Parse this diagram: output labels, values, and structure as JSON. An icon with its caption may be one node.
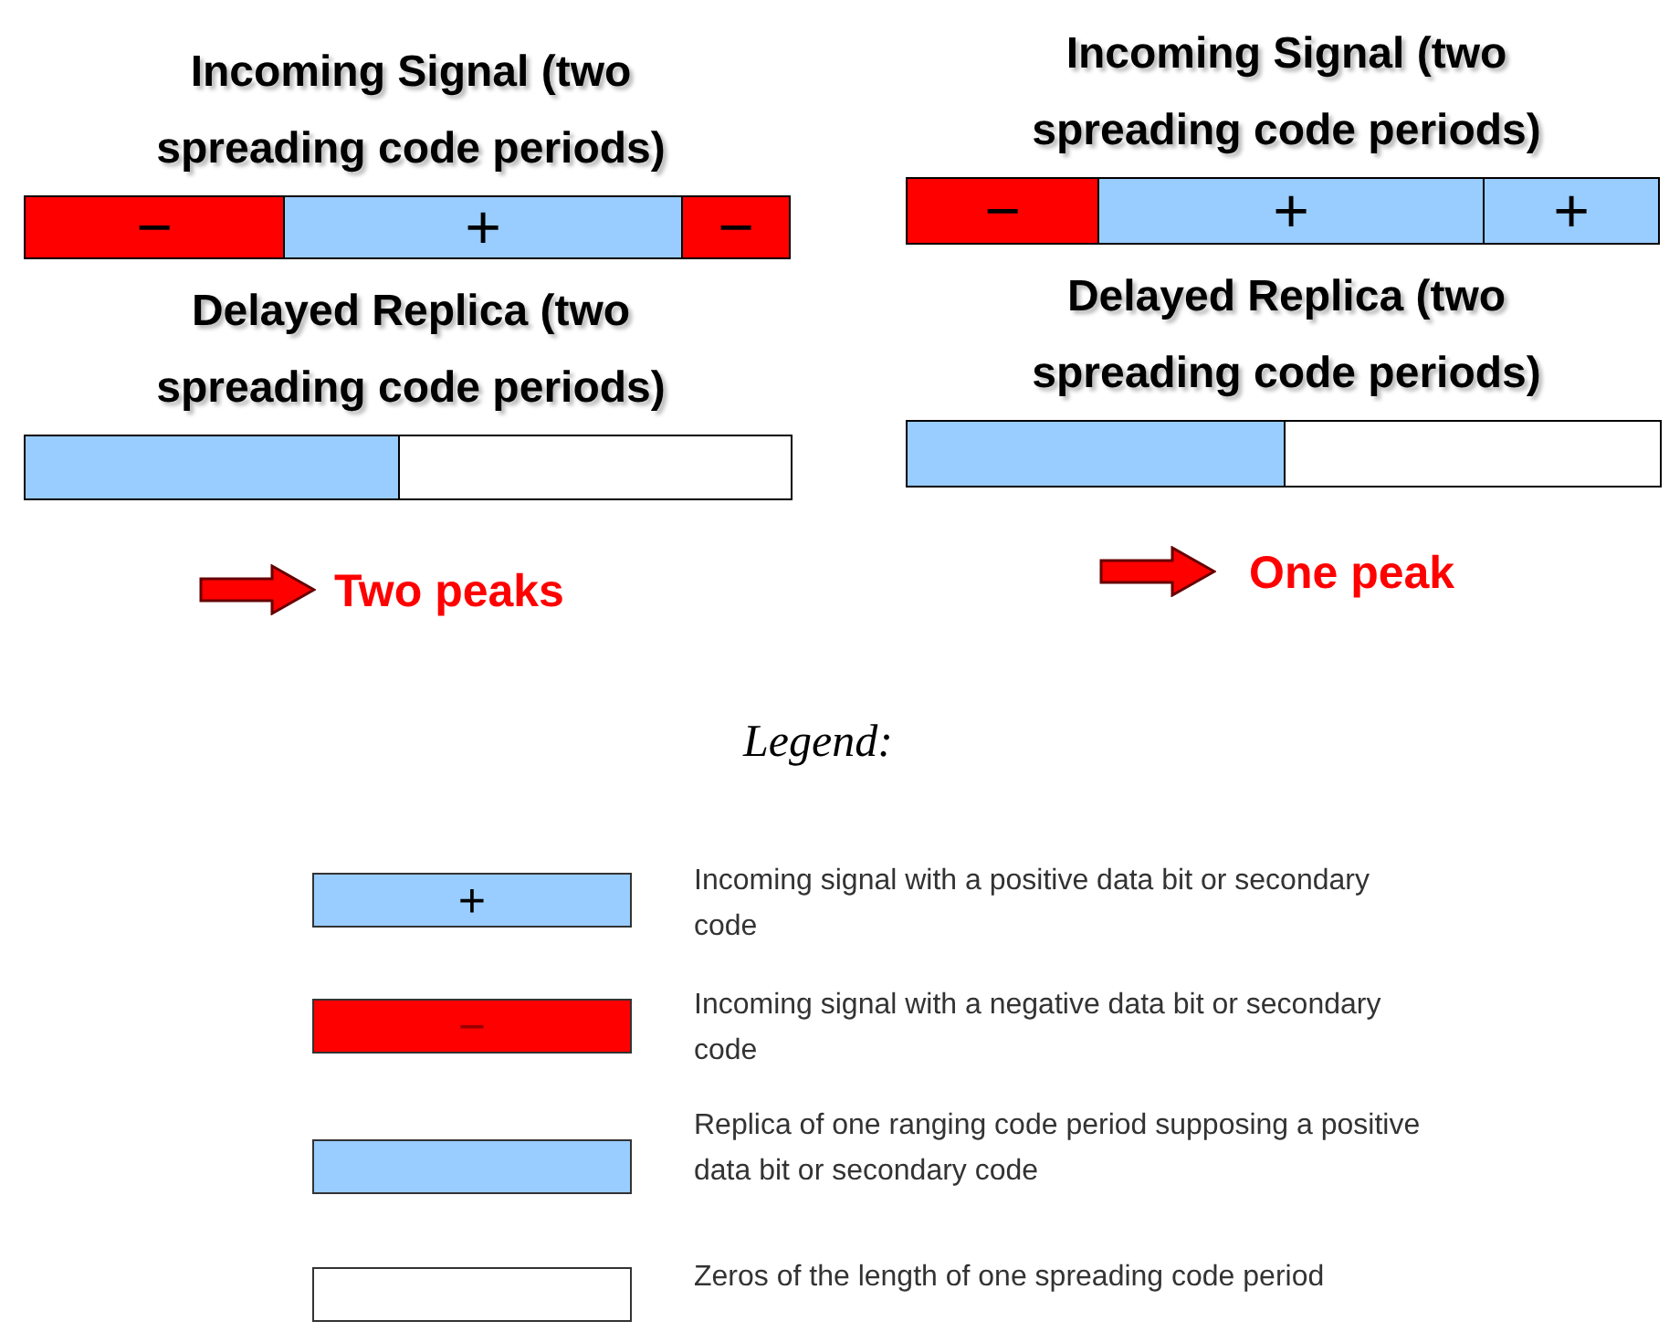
{
  "diagram": {
    "nodes": [
      {
        "text": [
          "Incoming Signal (two spreading code periods)"
        ]
      },
      {
        "text": [
          "−"
        ],
        "in": 0
      },
      {
        "text": [
          "+"
        ],
        "in": 0
      },
      {
        "text": [
          "−"
        ],
        "in": 0
      },
      {
        "text": [
          "Delayed Replica (two spreading code periods)"
        ]
      },
      {
        "text": [],
        "shape": "bar",
        "in": 4
      },
      {
        "text": [],
        "shape": "bar",
        "in": 4
      },
      {
        "text": [
          "Incoming Signal (two spreading code periods)"
        ]
      },
      {
        "text": [
          "−"
        ],
        "in": 7
      },
      {
        "text": [
          "+"
        ],
        "in": 7
      },
      {
        "text": [
          "+"
        ],
        "in": 7
      },
      {
        "text": [
          "Delayed Replica (two spreading code periods)"
        ]
      },
      {
        "text": [],
        "shape": "bar",
        "in": 11
      },
      {
        "text": [],
        "shape": "bar",
        "in": 11
      }
    ],
    "labels": [
      "Two peaks",
      "One peak",
      "Legend:",
      "+",
      "−"
    ],
    "legend": [
      {
        "text": "Incoming signal with a positive data bit or secondary code",
        "color": "#99ccff"
      },
      {
        "text": "Incoming signal with a negative data bit or secondary code",
        "color": "#ff0000"
      },
      {
        "text": "Replica of one ranging code period supposing a positive data bit or secondary code",
        "color": "#99ccff"
      },
      {
        "text": "Zeros of the length of one spreading code period",
        "color": "#ffffff"
      }
    ]
  }
}
